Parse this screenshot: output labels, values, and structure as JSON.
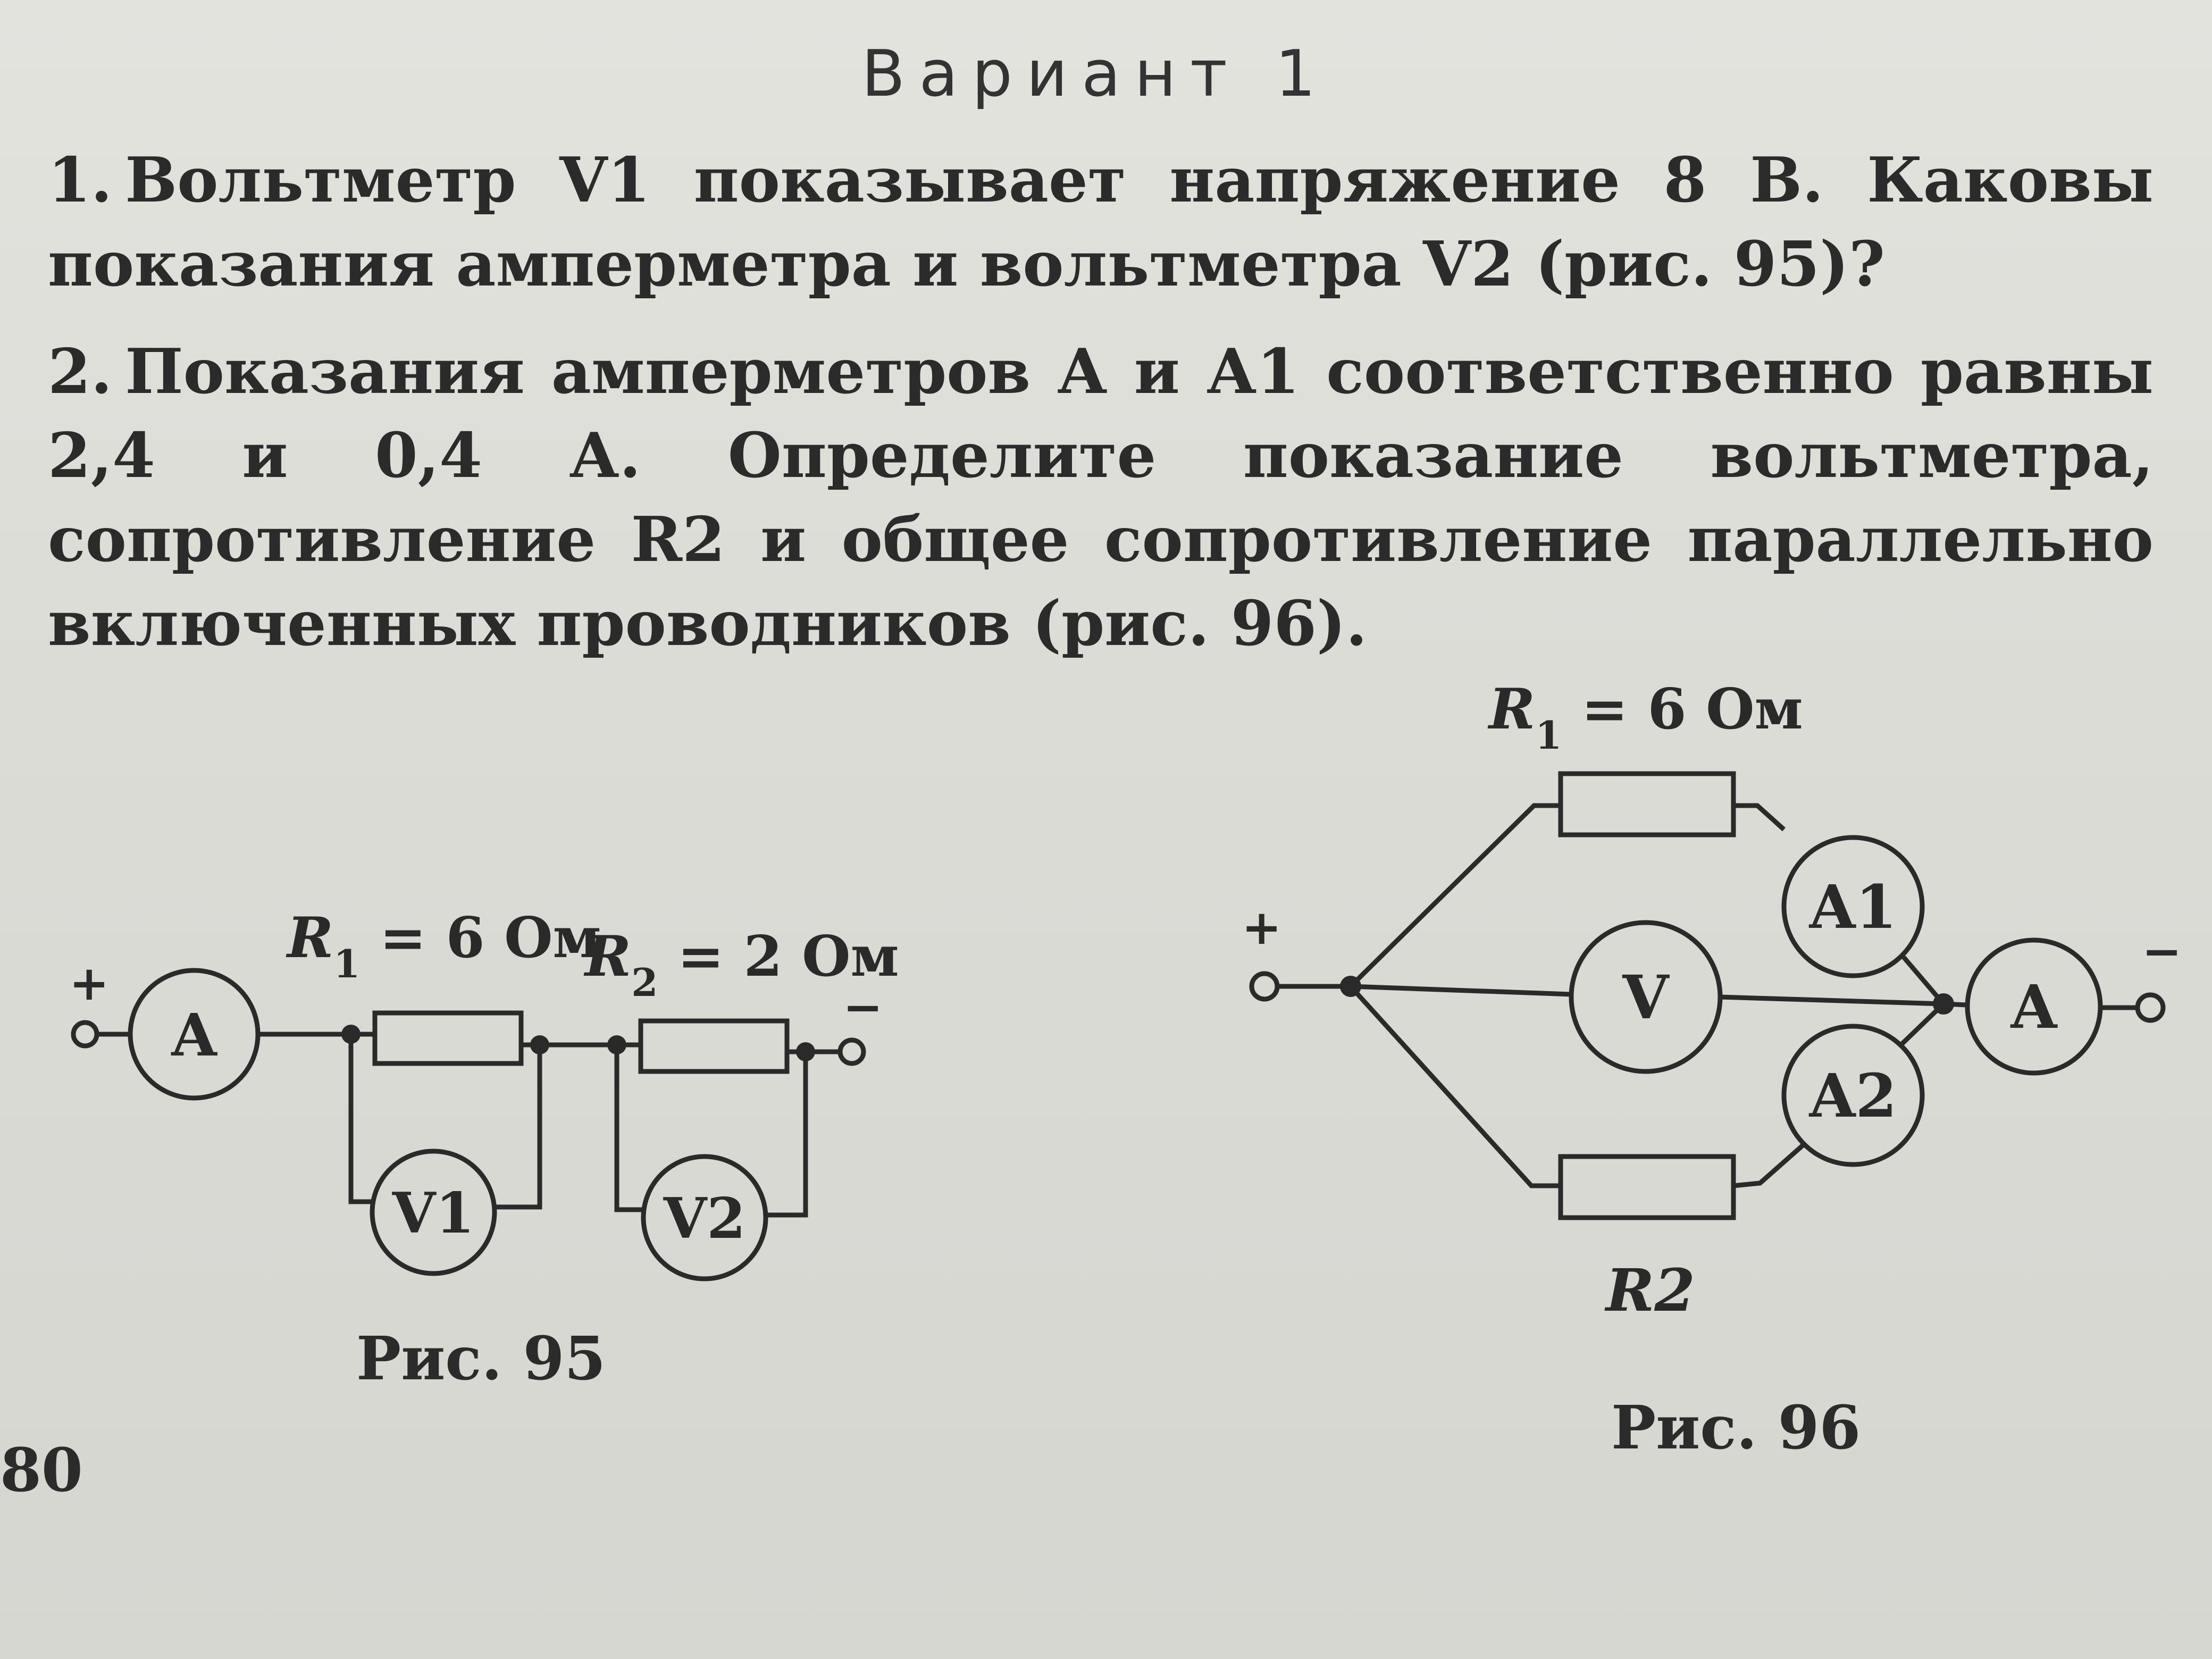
{
  "heading": "Вариант 1",
  "problems": [
    {
      "number": "1.",
      "text": "Вольтметр V1 показывает напряжение 8 В. Каковы показания амперметра и вольтметра V2 (рис. 95)?"
    },
    {
      "number": "2.",
      "text": "Показания амперметров А и А1 соответственно равны 2,4 и 0,4 А. Определите показание вольтметра, сопротивление R2 и общее сопротивление параллельно включенных проводников (рис. 96)."
    }
  ],
  "fig95": {
    "caption": "Рис. 95",
    "plus": "+",
    "minus": "−",
    "ammeter": "A",
    "r1_symbol": "R",
    "r1_sub": "1",
    "r1_value": " = 6 Ом",
    "r2_symbol": "R",
    "r2_sub": "2",
    "r2_value": " = 2 Ом",
    "v1": "V1",
    "v2": "V2"
  },
  "fig96": {
    "caption": "Рис. 96",
    "plus": "+",
    "minus": "−",
    "r1_symbol": "R",
    "r1_sub": "1",
    "r1_value": " = 6 Ом",
    "r2_label": "R2",
    "a1": "A1",
    "a2": "A2",
    "v": "V",
    "a": "A"
  },
  "page_number": "80"
}
